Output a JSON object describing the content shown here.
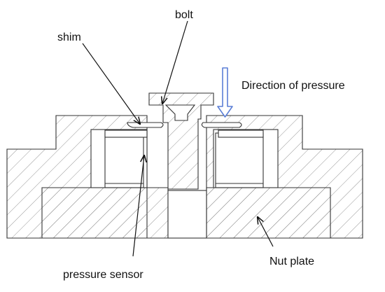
{
  "labels": {
    "bolt": "bolt",
    "shim": "shim",
    "direction": "Direction of pressure",
    "sensor": "pressure sensor",
    "nut_plate": "Nut plate"
  },
  "colors": {
    "pressure_arrow": "#5b7fd6",
    "line": "#333333",
    "hatch": "#8a8a8a"
  },
  "icons": {
    "pressure": "down-arrow-icon"
  }
}
